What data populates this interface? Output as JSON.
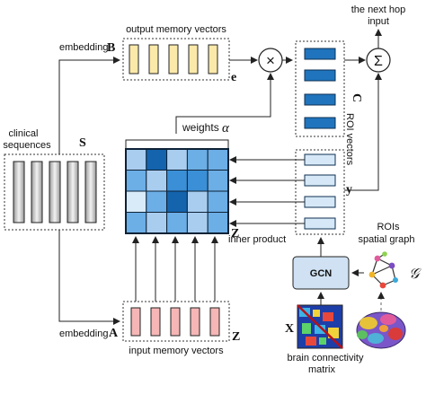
{
  "labels": {
    "output_memory": "output memory vectors",
    "embedding_top": "embedding",
    "B": "B",
    "e": "e",
    "next_hop_line1": "the next hop",
    "next_hop_line2": "input",
    "clinical_line1": "clinical",
    "clinical_line2": "sequences",
    "S": "S",
    "weights": "weights",
    "alpha": "α",
    "C": "C",
    "roi_vectors": "ROI vectors",
    "y": "y",
    "Z_mid": "Z",
    "inner_product": "inner product",
    "rois_line1": "ROIs",
    "rois_line2": "spatial graph",
    "G": "𝒢",
    "gcn": "GCN",
    "embedding_bottom": "embedding",
    "A": "A",
    "Z_bot": "Z",
    "input_memory": "input memory vectors",
    "X": "X",
    "brain_line1": "brain connectivity",
    "brain_line2": "matrix",
    "times": "×",
    "sigma": "Σ"
  },
  "colors": {
    "output_memory": "#fbe9a9",
    "input_memory": "#f6b6b6",
    "roi_dark": "#1f74bd",
    "roi_light": "#d6e8f7",
    "gcn_box": "#cfe1f3",
    "grid_palette": [
      "#d9ebf9",
      "#a9cdef",
      "#6caee6",
      "#3a8fd6",
      "#1463ad"
    ]
  },
  "attention_grid": [
    [
      1,
      4,
      1,
      2,
      2
    ],
    [
      2,
      1,
      3,
      3,
      2
    ],
    [
      0,
      2,
      4,
      1,
      2
    ],
    [
      2,
      1,
      2,
      1,
      2
    ]
  ]
}
